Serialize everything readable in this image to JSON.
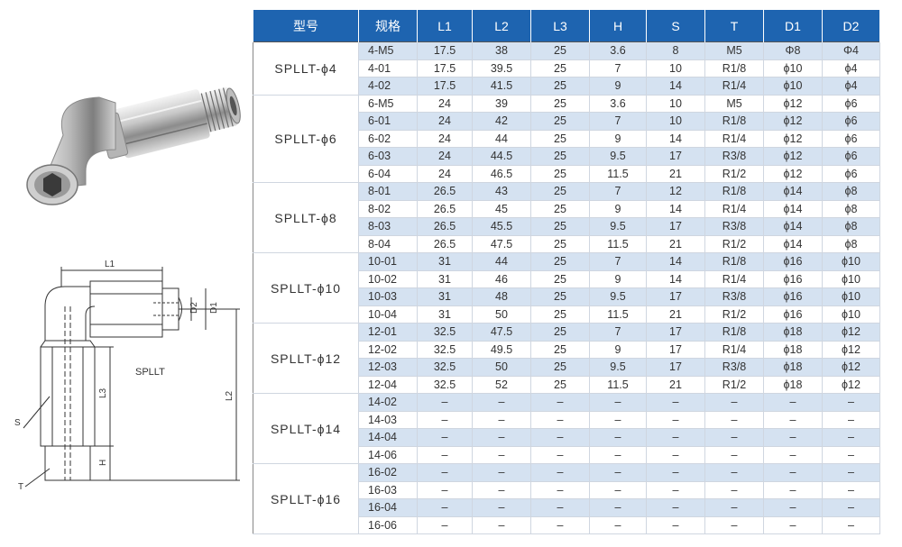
{
  "headers": [
    "型号",
    "规格",
    "L1",
    "L2",
    "L3",
    "H",
    "S",
    "T",
    "D1",
    "D2"
  ],
  "diagram": {
    "label_L1": "L1",
    "label_L2": "L2",
    "label_L3": "L3",
    "label_H": "H",
    "label_D1": "D1",
    "label_D2": "D2",
    "label_S": "S",
    "label_T": "T",
    "label_name": "SPLLT"
  },
  "groups": [
    {
      "model": "SPLLT-ϕ4",
      "rows": [
        [
          "4-M5",
          "17.5",
          "38",
          "25",
          "3.6",
          "8",
          "M5",
          "Φ8",
          "Φ4"
        ],
        [
          "4-01",
          "17.5",
          "39.5",
          "25",
          "7",
          "10",
          "R1/8",
          "ϕ10",
          "ϕ4"
        ],
        [
          "4-02",
          "17.5",
          "41.5",
          "25",
          "9",
          "14",
          "R1/4",
          "ϕ10",
          "ϕ4"
        ]
      ]
    },
    {
      "model": "SPLLT-ϕ6",
      "rows": [
        [
          "6-M5",
          "24",
          "39",
          "25",
          "3.6",
          "10",
          "M5",
          "ϕ12",
          "ϕ6"
        ],
        [
          "6-01",
          "24",
          "42",
          "25",
          "7",
          "10",
          "R1/8",
          "ϕ12",
          "ϕ6"
        ],
        [
          "6-02",
          "24",
          "44",
          "25",
          "9",
          "14",
          "R1/4",
          "ϕ12",
          "ϕ6"
        ],
        [
          "6-03",
          "24",
          "44.5",
          "25",
          "9.5",
          "17",
          "R3/8",
          "ϕ12",
          "ϕ6"
        ],
        [
          "6-04",
          "24",
          "46.5",
          "25",
          "11.5",
          "21",
          "R1/2",
          "ϕ12",
          "ϕ6"
        ]
      ]
    },
    {
      "model": "SPLLT-ϕ8",
      "rows": [
        [
          "8-01",
          "26.5",
          "43",
          "25",
          "7",
          "12",
          "R1/8",
          "ϕ14",
          "ϕ8"
        ],
        [
          "8-02",
          "26.5",
          "45",
          "25",
          "9",
          "14",
          "R1/4",
          "ϕ14",
          "ϕ8"
        ],
        [
          "8-03",
          "26.5",
          "45.5",
          "25",
          "9.5",
          "17",
          "R3/8",
          "ϕ14",
          "ϕ8"
        ],
        [
          "8-04",
          "26.5",
          "47.5",
          "25",
          "11.5",
          "21",
          "R1/2",
          "ϕ14",
          "ϕ8"
        ]
      ]
    },
    {
      "model": "SPLLT-ϕ10",
      "rows": [
        [
          "10-01",
          "31",
          "44",
          "25",
          "7",
          "14",
          "R1/8",
          "ϕ16",
          "ϕ10"
        ],
        [
          "10-02",
          "31",
          "46",
          "25",
          "9",
          "14",
          "R1/4",
          "ϕ16",
          "ϕ10"
        ],
        [
          "10-03",
          "31",
          "48",
          "25",
          "9.5",
          "17",
          "R3/8",
          "ϕ16",
          "ϕ10"
        ],
        [
          "10-04",
          "31",
          "50",
          "25",
          "11.5",
          "21",
          "R1/2",
          "ϕ16",
          "ϕ10"
        ]
      ]
    },
    {
      "model": "SPLLT-ϕ12",
      "rows": [
        [
          "12-01",
          "32.5",
          "47.5",
          "25",
          "7",
          "17",
          "R1/8",
          "ϕ18",
          "ϕ12"
        ],
        [
          "12-02",
          "32.5",
          "49.5",
          "25",
          "9",
          "17",
          "R1/4",
          "ϕ18",
          "ϕ12"
        ],
        [
          "12-03",
          "32.5",
          "50",
          "25",
          "9.5",
          "17",
          "R3/8",
          "ϕ18",
          "ϕ12"
        ],
        [
          "12-04",
          "32.5",
          "52",
          "25",
          "11.5",
          "21",
          "R1/2",
          "ϕ18",
          "ϕ12"
        ]
      ]
    },
    {
      "model": "SPLLT-ϕ14",
      "rows": [
        [
          "14-02",
          "–",
          "–",
          "–",
          "–",
          "–",
          "–",
          "–",
          "–"
        ],
        [
          "14-03",
          "–",
          "–",
          "–",
          "–",
          "–",
          "–",
          "–",
          "–"
        ],
        [
          "14-04",
          "–",
          "–",
          "–",
          "–",
          "–",
          "–",
          "–",
          "–"
        ],
        [
          "14-06",
          "–",
          "–",
          "–",
          "–",
          "–",
          "–",
          "–",
          "–"
        ]
      ]
    },
    {
      "model": "SPLLT-ϕ16",
      "rows": [
        [
          "16-02",
          "–",
          "–",
          "–",
          "–",
          "–",
          "–",
          "–",
          "–"
        ],
        [
          "16-03",
          "–",
          "–",
          "–",
          "–",
          "–",
          "–",
          "–",
          "–"
        ],
        [
          "16-04",
          "–",
          "–",
          "–",
          "–",
          "–",
          "–",
          "–",
          "–"
        ],
        [
          "16-06",
          "–",
          "–",
          "–",
          "–",
          "–",
          "–",
          "–",
          "–"
        ]
      ]
    }
  ]
}
